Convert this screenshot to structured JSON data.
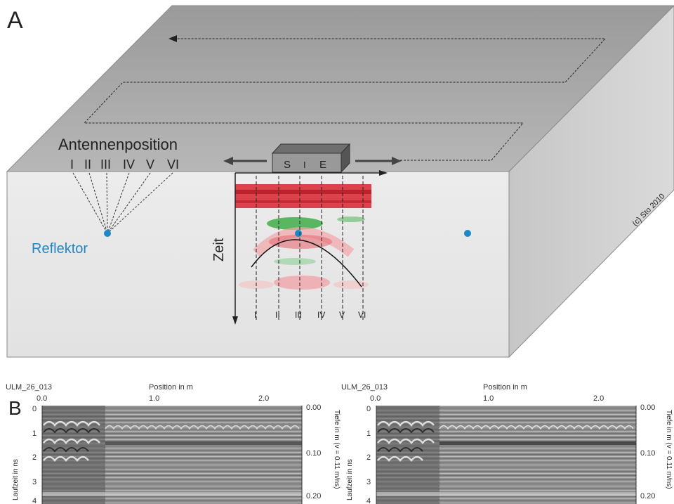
{
  "panel_a": {
    "letter": "A",
    "antenna_label": "Antennenposition",
    "positions": [
      "I",
      "II",
      "III",
      "IV",
      "V",
      "VI"
    ],
    "reflector_label": "Reflektor",
    "time_label": "Zeit",
    "device_labels": [
      "S",
      "I",
      "E"
    ],
    "copyright": "(c) Sto 2010",
    "colors": {
      "reflector": "#1f86c8",
      "red": "#d9303a",
      "green": "#3fae4a"
    }
  },
  "panel_b": {
    "letter": "B",
    "radargrams": [
      {
        "title": "ULM_26_013",
        "x_axis_label": "Position in m",
        "x_ticks": [
          "0.0",
          "1.0",
          "2.0"
        ],
        "y_left_label": "Laufzeit in ns",
        "y_left_ticks": [
          "0",
          "1",
          "2",
          "3",
          "4"
        ],
        "y_right_label": "Tiefe in m (v = 0.11 m/ns)",
        "y_right_ticks": [
          "0.00",
          "0.10",
          "0.20"
        ]
      },
      {
        "title": "ULM_26_013",
        "x_axis_label": "Position in m",
        "x_ticks": [
          "0.0",
          "1.0",
          "2.0"
        ],
        "y_left_label": "Laufzeit in ns",
        "y_left_ticks": [
          "0",
          "1",
          "2",
          "3",
          "4"
        ],
        "y_right_label": "Tiefe in m (v = 0.11 m/ns)",
        "y_right_ticks": [
          "0.00",
          "0.10",
          "0.20"
        ]
      }
    ]
  }
}
